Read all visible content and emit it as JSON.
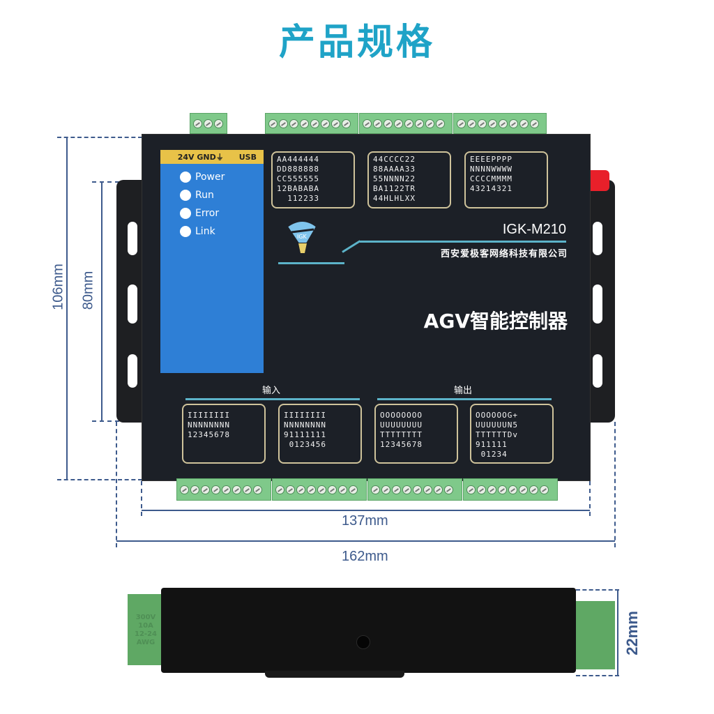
{
  "page": {
    "title": "产品规格",
    "title_color": "#1fa3c7"
  },
  "device": {
    "power_header": {
      "v24": "24V",
      "gnd": "GND",
      "ground_symbol": "⏚",
      "usb": "USB"
    },
    "leds": [
      {
        "label": "Power"
      },
      {
        "label": "Run"
      },
      {
        "label": "Error"
      },
      {
        "label": "Link"
      }
    ],
    "top_pin_blocks": [
      {
        "rows": [
          "AA444444",
          "DD888888",
          "CC555555",
          "12BABABA",
          "  112233"
        ]
      },
      {
        "rows": [
          "44CCCC22",
          "88AAAA33",
          "55NNNN22",
          "BA1122TR",
          "44HLHLXX"
        ]
      },
      {
        "rows": [
          "EEEEPPPP",
          "NNNNWWWW",
          "CCCCMMMM",
          "43214321"
        ]
      }
    ],
    "model": "IGK-M210",
    "company": "西安爱极客网络科技有限公司",
    "logo_text": "IGK",
    "product_name": "AGV智能控制器",
    "input_section": {
      "label": "输入",
      "blocks": [
        {
          "rows": [
            "IIIIIIII",
            "NNNNNNNN",
            "12345678"
          ]
        },
        {
          "rows": [
            "IIIIIIII",
            "NNNNNNNN",
            "91111111",
            " 0123456"
          ]
        }
      ]
    },
    "output_section": {
      "label": "输出",
      "blocks": [
        {
          "rows": [
            "OOOOOOOO",
            "UUUUUUUU",
            "TTTTTTTT",
            "12345678"
          ]
        },
        {
          "rows": [
            "OOOOOOG+",
            "UUUUUUN5",
            "TTTTTTDv",
            "911111  ",
            " 01234  "
          ]
        }
      ]
    },
    "side_terminal_text": [
      "300V",
      "10A",
      "12-24",
      "AWG"
    ]
  },
  "dimensions": {
    "height_outer": "106mm",
    "height_inner": "80mm",
    "width_inner": "137mm",
    "width_outer": "162mm",
    "depth": "22mm",
    "color": "#3d5a8c"
  }
}
